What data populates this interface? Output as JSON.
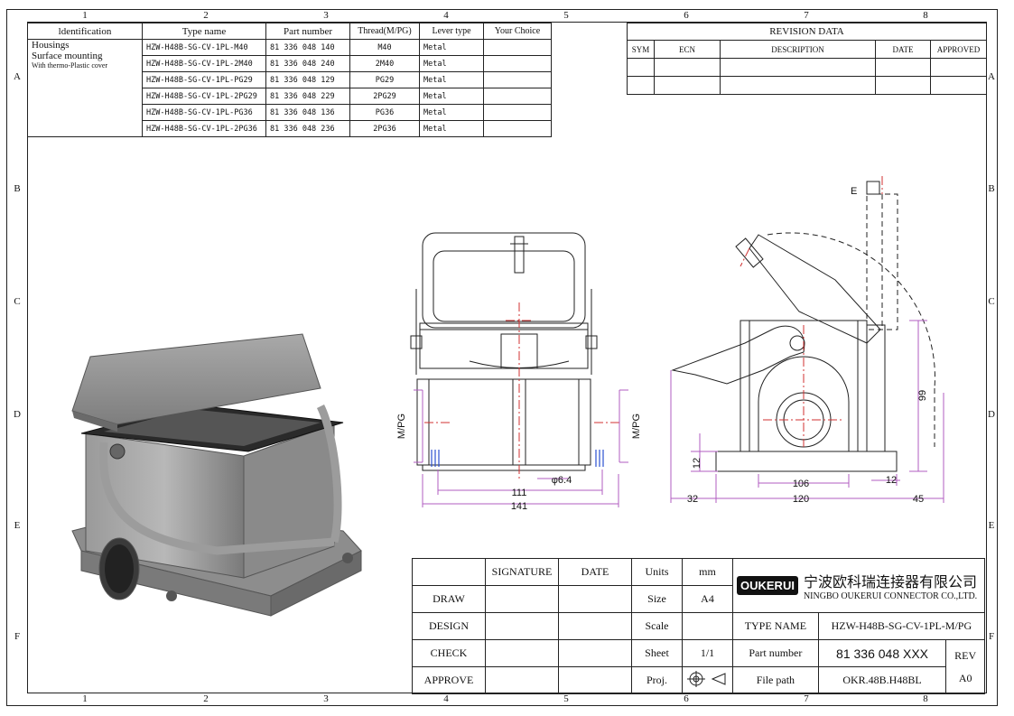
{
  "zones": {
    "columns": [
      "1",
      "2",
      "3",
      "4",
      "5",
      "6",
      "7",
      "8"
    ],
    "rows": [
      "A",
      "B",
      "C",
      "D",
      "E",
      "F"
    ]
  },
  "spec_table": {
    "headers": {
      "identification": "ldentification",
      "type_name": "Type name",
      "part_number": "Part number",
      "thread": "Thread(M/PG)",
      "lever_type": "Lever type",
      "your_choice": "Your Choice"
    },
    "identification_lines": [
      "Housings",
      "Surface mounting",
      "With thermo-Plastic cover"
    ],
    "rows": [
      {
        "type_name": "HZW-H48B-SG-CV-1PL-M40",
        "part_number": "81 336 048 140",
        "thread": "M40",
        "lever": "Metal"
      },
      {
        "type_name": "HZW-H48B-SG-CV-1PL-2M40",
        "part_number": "81 336 048 240",
        "thread": "2M40",
        "lever": "Metal"
      },
      {
        "type_name": "HZW-H48B-SG-CV-1PL-PG29",
        "part_number": "81 336 048 129",
        "thread": "PG29",
        "lever": "Metal"
      },
      {
        "type_name": "HZW-H48B-SG-CV-1PL-2PG29",
        "part_number": "81 336 048 229",
        "thread": "2PG29",
        "lever": "Metal"
      },
      {
        "type_name": "HZW-H48B-SG-CV-1PL-PG36",
        "part_number": "81 336 048 136",
        "thread": "PG36",
        "lever": "Metal"
      },
      {
        "type_name": "HZW-H48B-SG-CV-1PL-2PG36",
        "part_number": "81 336 048 236",
        "thread": "2PG36",
        "lever": "Metal"
      }
    ]
  },
  "revision": {
    "title": "REVISION   DATA",
    "headers": {
      "sym": "SYM",
      "ecn": "ECN",
      "description": "DESCRIPTION",
      "date": "DATE",
      "approved": "APPROVED"
    }
  },
  "dimensions": {
    "front": {
      "mpg_left": "M/PG",
      "mpg_right": "M/PG",
      "hole": "φ6.4",
      "inner_width": "111",
      "outer_width": "141"
    },
    "side": {
      "height": "99",
      "base": "12",
      "slot": "106",
      "right_offset": "12",
      "left_overhang": "32",
      "length": "120",
      "right_overhang": "45"
    }
  },
  "title_block": {
    "signature": "SIGNATURE",
    "date": "DATE",
    "rows": [
      "DRAW",
      "DESIGN",
      "CHECK",
      "APPROVE"
    ],
    "units_label": "Units",
    "units_value": "mm",
    "size_label": "Size",
    "size_value": "A4",
    "scale_label": "Scale",
    "scale_value": "",
    "sheet_label": "Sheet",
    "sheet_value": "1/1",
    "proj_label": "Proj.",
    "logo_text": "OUKERUI",
    "company_cn": "宁波欧科瑞连接器有限公司",
    "company_en": "NINGBO OUKERUI CONNECTOR CO.,LTD.",
    "type_name_label": "TYPE NAME",
    "type_name_value": "HZW-H48B-SG-CV-1PL-M/PG",
    "part_number_label": "Part number",
    "part_number_value": "81 336 048 XXX",
    "rev_label": "REV",
    "file_path_label": "File path",
    "file_path_value": "OKR.48B.H48BL",
    "rev_value": "A0"
  },
  "colors": {
    "line": "#222222",
    "dimension": "#b05cc0",
    "center": "#d03030",
    "gland": "#2a4fd0",
    "render_body": "#8a8a8a"
  }
}
